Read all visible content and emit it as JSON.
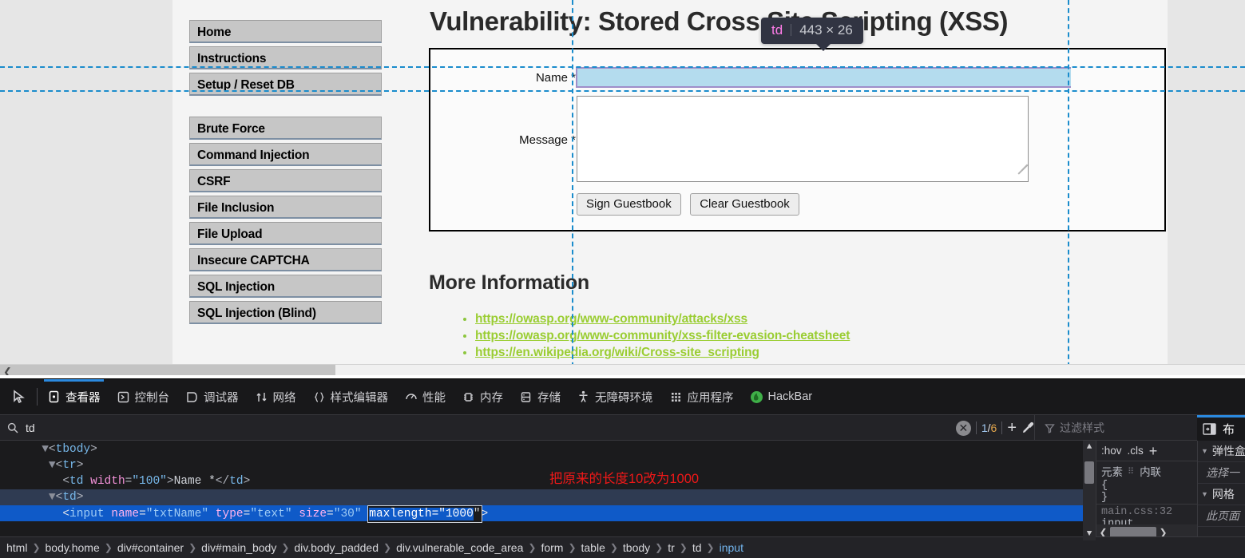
{
  "page": {
    "title": "Vulnerability: Stored Cross Site Scripting (XSS)",
    "nav_groups": [
      [
        "Home",
        "Instructions",
        "Setup / Reset DB"
      ],
      [
        "Brute Force",
        "Command Injection",
        "CSRF",
        "File Inclusion",
        "File Upload",
        "Insecure CAPTCHA",
        "SQL Injection",
        "SQL Injection (Blind)"
      ]
    ],
    "form": {
      "name_label": "Name *",
      "message_label": "Message *",
      "name_value": "",
      "message_value": "",
      "sign_button": "Sign Guestbook",
      "clear_button": "Clear Guestbook"
    },
    "more_information": {
      "heading": "More Information",
      "links": [
        "https://owasp.org/www-community/attacks/xss",
        "https://owasp.org/www-community/xss-filter-evasion-cheatsheet",
        "https://en.wikipedia.org/wiki/Cross-site_scripting"
      ]
    }
  },
  "inspector_badge": {
    "tag": "td",
    "dimensions": "443 × 26"
  },
  "devtools": {
    "tabs": [
      {
        "label": "查看器",
        "icon": "inspector-icon",
        "active": true
      },
      {
        "label": "控制台",
        "icon": "console-icon",
        "active": false
      },
      {
        "label": "调试器",
        "icon": "debugger-icon",
        "active": false
      },
      {
        "label": "网络",
        "icon": "network-icon",
        "active": false
      },
      {
        "label": "样式编辑器",
        "icon": "style-editor-icon",
        "active": false
      },
      {
        "label": "性能",
        "icon": "performance-icon",
        "active": false
      },
      {
        "label": "内存",
        "icon": "memory-icon",
        "active": false
      },
      {
        "label": "存储",
        "icon": "storage-icon",
        "active": false
      },
      {
        "label": "无障碍环境",
        "icon": "accessibility-icon",
        "active": false
      },
      {
        "label": "应用程序",
        "icon": "application-icon",
        "active": false
      },
      {
        "label": "HackBar",
        "icon": "hackbar-icon",
        "active": false
      }
    ],
    "search": {
      "value": "td",
      "current": "1",
      "separator": "/",
      "total": "6"
    },
    "filter_styles_placeholder": "过滤样式",
    "rules": {
      "hov": ":hov",
      "cls": ".cls",
      "element": "元素",
      "inline": "内联",
      "open_brace": "{",
      "close_brace": "}",
      "source": "main.css:32",
      "selector": "input"
    },
    "layout": {
      "title": "布",
      "flex_label": "弹性盒",
      "flex_sub": "选择一",
      "grid_label": "网格",
      "grid_sub": "此页面"
    },
    "markup_lines": [
      {
        "indent": 6,
        "twisty": "▼",
        "html": "<tbody>",
        "state": "normal"
      },
      {
        "indent": 7,
        "twisty": "▼",
        "html": "<tr>",
        "state": "normal"
      },
      {
        "indent": 8,
        "twisty": "",
        "html": "<td width=\"100\">Name *</td>",
        "state": "normal"
      },
      {
        "indent": 7,
        "twisty": "▼",
        "html": "<td>",
        "state": "parent"
      },
      {
        "indent": 8,
        "twisty": "",
        "html": "<input name=\"txtName\" type=\"text\" size=\"30\" maxlength=\"1000\">",
        "state": "selected"
      }
    ],
    "edited_attribute": {
      "name": "maxlength",
      "value": "1000"
    },
    "annotation": "把原来的长度10改为1000",
    "breadcrumb": [
      "html",
      "body.home",
      "div#container",
      "div#main_body",
      "div.body_padded",
      "div.vulnerable_code_area",
      "form",
      "table",
      "tbody",
      "tr",
      "td",
      "input"
    ]
  },
  "colors": {
    "accent_blue": "#2b8ae0",
    "guide_blue": "#1a8ccc",
    "selection_blue": "#0f5ac8",
    "highlight_fill": "#b4dcee",
    "highlight_border": "#9f8ec9",
    "link_green": "#9acd32",
    "annotation_red": "#f01818"
  }
}
